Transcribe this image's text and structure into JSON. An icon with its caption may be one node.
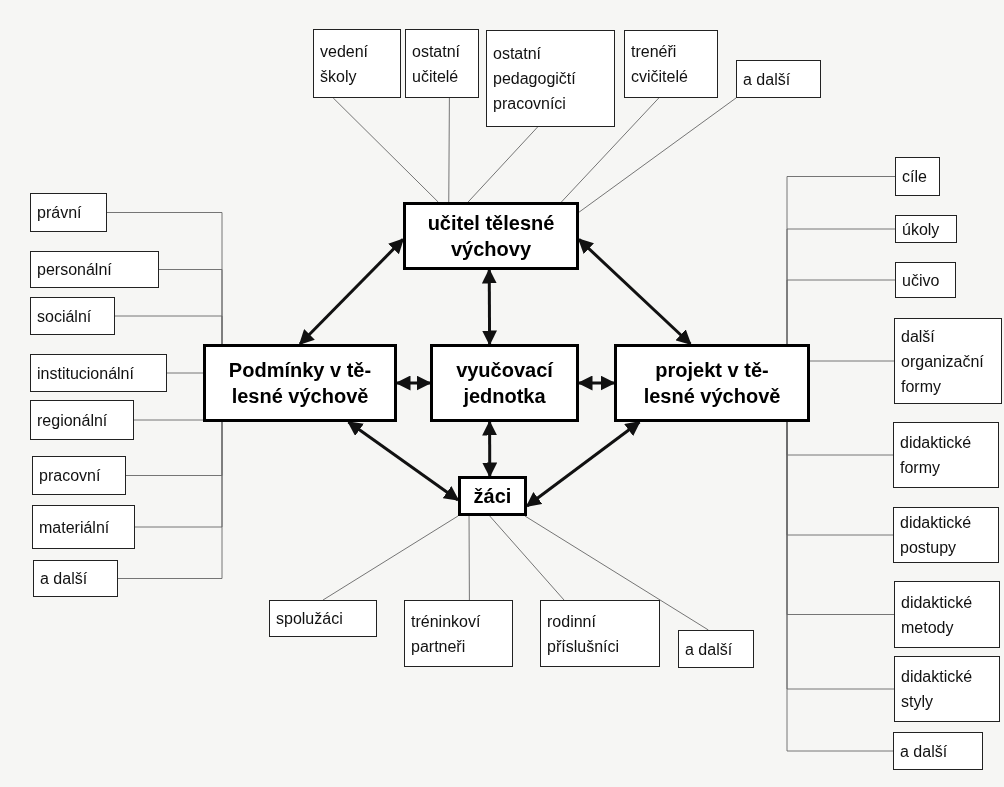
{
  "diagram": {
    "nodes": [
      {
        "text": [
          "učitel tělesné výchovy"
        ]
      },
      {
        "text": [
          "Podmínky v tě- lesné výchově"
        ]
      },
      {
        "text": [
          "vyučovací jednotka"
        ]
      },
      {
        "text": [
          "projekt v tě- lesné výchově"
        ]
      },
      {
        "text": [
          "žáci"
        ]
      },
      {
        "text": [
          "vedení školy"
        ]
      },
      {
        "text": [
          "ostatní učitelé"
        ]
      },
      {
        "text": [
          "ostatní pedagogičtí pracovníci"
        ]
      },
      {
        "text": [
          "trenéři cvičitelé"
        ]
      },
      {
        "text": [
          "a další"
        ]
      },
      {
        "text": [
          "právní"
        ]
      },
      {
        "text": [
          "personální"
        ]
      },
      {
        "text": [
          "sociální"
        ]
      },
      {
        "text": [
          "institucionální"
        ]
      },
      {
        "text": [
          "regionální"
        ]
      },
      {
        "text": [
          "pracovní"
        ]
      },
      {
        "text": [
          "materiální"
        ]
      },
      {
        "text": [
          "a další"
        ]
      },
      {
        "text": [
          "spolužáci"
        ]
      },
      {
        "text": [
          "tréninkoví partneři"
        ]
      },
      {
        "text": [
          "rodinní příslušníci"
        ]
      },
      {
        "text": [
          "a další"
        ]
      },
      {
        "text": [
          "cíle"
        ]
      },
      {
        "text": [
          "úkoly"
        ]
      },
      {
        "text": [
          "učivo"
        ]
      },
      {
        "text": [
          "další organizační formy"
        ]
      },
      {
        "text": [
          "didaktické formy"
        ]
      },
      {
        "text": [
          "didaktické postupy"
        ]
      },
      {
        "text": [
          "didaktické metody"
        ]
      },
      {
        "text": [
          "didaktické styly"
        ]
      },
      {
        "text": [
          "a další"
        ]
      }
    ],
    "edges": [
      {
        "from": 0,
        "to": 1,
        "arrow": "both",
        "style": "thick"
      },
      {
        "from": 0,
        "to": 2,
        "arrow": "both",
        "style": "thick"
      },
      {
        "from": 0,
        "to": 3,
        "arrow": "both",
        "style": "thick"
      },
      {
        "from": 1,
        "to": 2,
        "arrow": "both",
        "style": "thick"
      },
      {
        "from": 2,
        "to": 3,
        "arrow": "both",
        "style": "thick"
      },
      {
        "from": 1,
        "to": 4,
        "arrow": "both",
        "style": "thick"
      },
      {
        "from": 2,
        "to": 4,
        "arrow": "both",
        "style": "thick"
      },
      {
        "from": 3,
        "to": 4,
        "arrow": "both",
        "style": "thick"
      },
      {
        "from": 5,
        "to": 0,
        "arrow": "none"
      },
      {
        "from": 6,
        "to": 0,
        "arrow": "none"
      },
      {
        "from": 7,
        "to": 0,
        "arrow": "none"
      },
      {
        "from": 8,
        "to": 0,
        "arrow": "none"
      },
      {
        "from": 9,
        "to": 0,
        "arrow": "none"
      },
      {
        "from": 10,
        "to": 1,
        "arrow": "none"
      },
      {
        "from": 11,
        "to": 1,
        "arrow": "none"
      },
      {
        "from": 12,
        "to": 1,
        "arrow": "none"
      },
      {
        "from": 13,
        "to": 1,
        "arrow": "none"
      },
      {
        "from": 14,
        "to": 1,
        "arrow": "none"
      },
      {
        "from": 15,
        "to": 1,
        "arrow": "none"
      },
      {
        "from": 16,
        "to": 1,
        "arrow": "none"
      },
      {
        "from": 17,
        "to": 1,
        "arrow": "none"
      },
      {
        "from": 4,
        "to": 18,
        "arrow": "none"
      },
      {
        "from": 4,
        "to": 19,
        "arrow": "none"
      },
      {
        "from": 4,
        "to": 20,
        "arrow": "none"
      },
      {
        "from": 4,
        "to": 21,
        "arrow": "none"
      },
      {
        "from": 22,
        "to": 3,
        "arrow": "none"
      },
      {
        "from": 23,
        "to": 3,
        "arrow": "none"
      },
      {
        "from": 24,
        "to": 3,
        "arrow": "none"
      },
      {
        "from": 25,
        "to": 3,
        "arrow": "none"
      },
      {
        "from": 26,
        "to": 3,
        "arrow": "none"
      },
      {
        "from": 27,
        "to": 3,
        "arrow": "none"
      },
      {
        "from": 28,
        "to": 3,
        "arrow": "none"
      },
      {
        "from": 29,
        "to": 3,
        "arrow": "none"
      },
      {
        "from": 30,
        "to": 3,
        "arrow": "none"
      }
    ]
  }
}
